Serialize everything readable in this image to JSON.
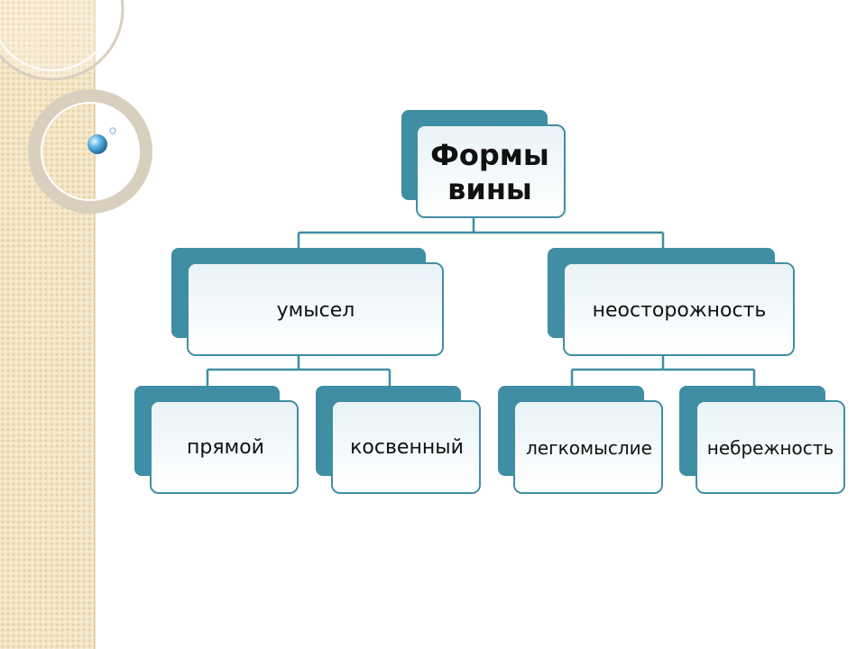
{
  "diagram": {
    "root": {
      "label": "Формы вины"
    },
    "branches": [
      {
        "label": "умысел",
        "children": [
          {
            "label": "прямой"
          },
          {
            "label": "косвенный"
          }
        ]
      },
      {
        "label": "неосторожность",
        "children": [
          {
            "label": "легкомыслие"
          },
          {
            "label": "небрежность"
          }
        ]
      }
    ]
  },
  "colors": {
    "box_fill": "#3f8ea3",
    "box_border": "#3f8ea3",
    "connector": "#3f8ea3",
    "strip_background": "#f3e4c2"
  }
}
